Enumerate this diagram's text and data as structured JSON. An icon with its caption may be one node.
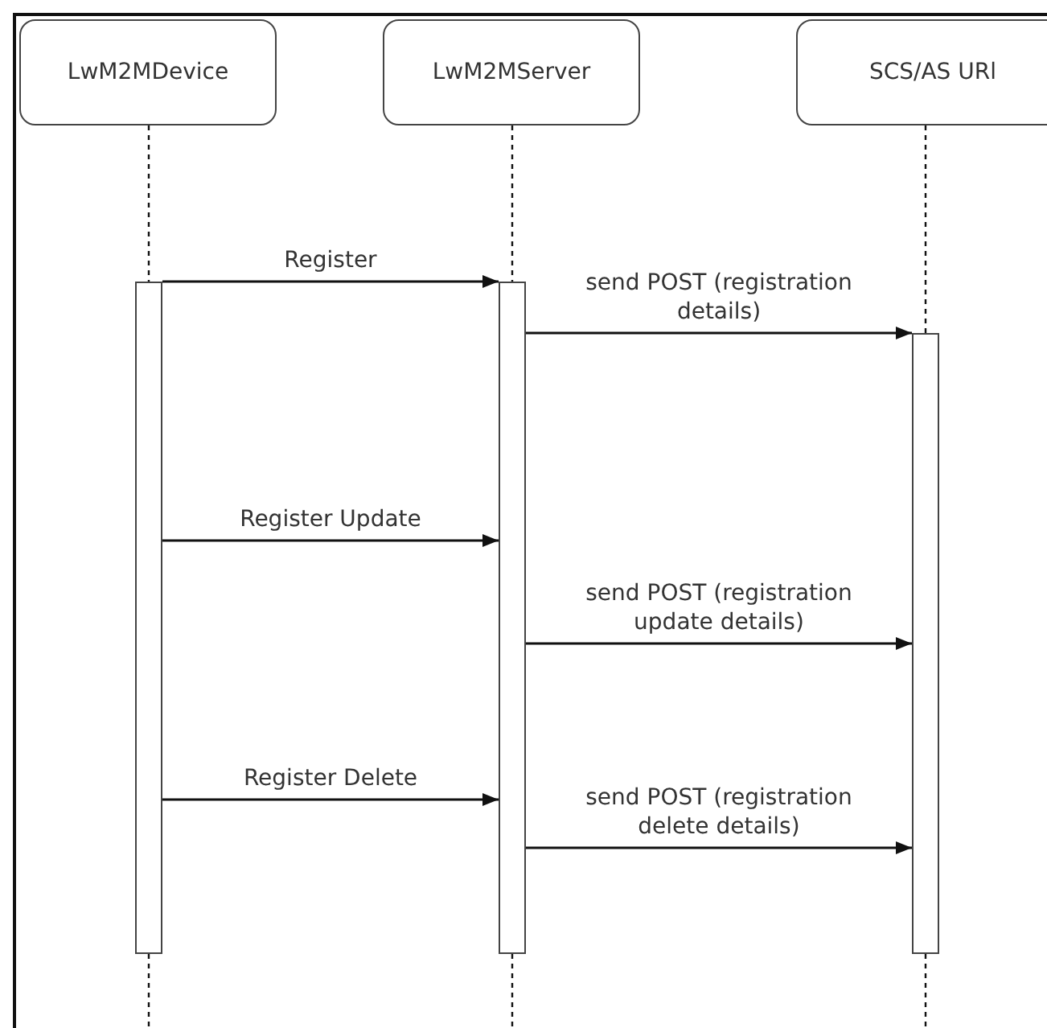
{
  "diagram": {
    "nodes": [
      {
        "text": [
          "LwM2MDevice"
        ]
      },
      {
        "text": [
          "LwM2MServer"
        ]
      },
      {
        "text": [
          "SCS/AS URl"
        ]
      },
      {
        "text": [],
        "shape": "bar"
      },
      {
        "text": [],
        "shape": "bar"
      },
      {
        "text": [],
        "shape": "bar"
      }
    ],
    "edges": [
      {
        "from": 0,
        "to": 3,
        "arrow": "none",
        "style": "dashed"
      },
      {
        "from": 1,
        "to": 4,
        "arrow": "none",
        "style": "dashed"
      },
      {
        "from": 2,
        "to": 5,
        "arrow": "none",
        "style": "dashed"
      },
      {
        "from": 3,
        "to": 4,
        "arrow": "to",
        "label": "Register"
      },
      {
        "from": 4,
        "to": 5,
        "arrow": "to",
        "label": "send POST (registration details)"
      },
      {
        "from": 3,
        "to": 4,
        "arrow": "to",
        "label": "Register Update"
      },
      {
        "from": 4,
        "to": 5,
        "arrow": "to",
        "label": "send POST (registration update details)"
      },
      {
        "from": 3,
        "to": 4,
        "arrow": "to",
        "label": "Register Delete"
      },
      {
        "from": 4,
        "to": 5,
        "arrow": "to",
        "label": "send POST (registration delete details)"
      },
      {
        "from": 3,
        "to": null,
        "arrow": "none",
        "style": "dashed"
      },
      {
        "from": 4,
        "to": null,
        "arrow": "none",
        "style": "dashed"
      },
      {
        "from": 5,
        "to": null,
        "arrow": "none",
        "style": "dashed"
      }
    ]
  }
}
